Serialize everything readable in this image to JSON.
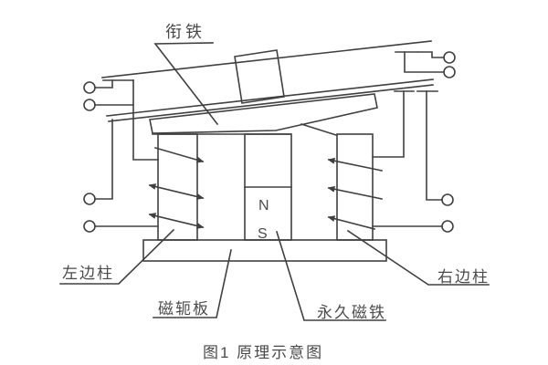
{
  "figure": {
    "caption": "图1 原理示意图",
    "labels": {
      "armature": "衔铁",
      "left_pole": "左边柱",
      "yoke_plate": "磁轭板",
      "permanent_magnet": "永久磁铁",
      "right_pole": "右边柱"
    },
    "magnet": {
      "north": "N",
      "south": "S"
    },
    "colors": {
      "line": "#404040",
      "text": "#4a4a4a",
      "background": "#ffffff"
    }
  }
}
